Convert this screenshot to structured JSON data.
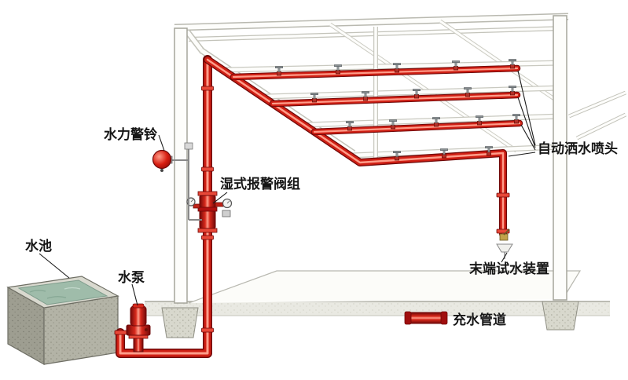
{
  "diagram": {
    "labels": {
      "alarm_bell": "水力警铃",
      "wet_alarm_valve": "湿式报警阀组",
      "water_tank": "水池",
      "water_pump": "水泵",
      "sprinkler_heads": "自动洒水喷头",
      "end_test_device": "末端试水装置"
    },
    "legend": {
      "filled_pipe": "充水管道"
    },
    "colors": {
      "pipe_red": "#cf1f14",
      "pipe_dark": "#6f0808",
      "pipe_highlight": "#ff9d8a",
      "flange_red": "#e84838",
      "water_green": "#9fbcaa",
      "concrete_gray": "#b3b3a6",
      "structure_outline": "#a5a59b",
      "background": "#ffffff",
      "label_text": "#161616"
    }
  }
}
